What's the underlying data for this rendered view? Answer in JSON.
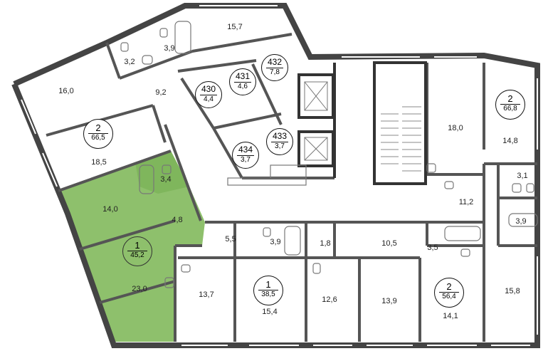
{
  "colors": {
    "wall": "#444444",
    "highlight": "#8ec06c",
    "highlight_dark": "#6aa84f",
    "fixture": "#777777"
  },
  "units": [
    {
      "id": "unit-2-left",
      "rooms": "2",
      "area": "66,5"
    },
    {
      "id": "unit-430",
      "rooms": "430",
      "area": "4,4"
    },
    {
      "id": "unit-431",
      "rooms": "431",
      "area": "4,6"
    },
    {
      "id": "unit-432",
      "rooms": "432",
      "area": "7,8"
    },
    {
      "id": "unit-433",
      "rooms": "433",
      "area": "3,7"
    },
    {
      "id": "unit-434",
      "rooms": "434",
      "area": "3,7"
    },
    {
      "id": "unit-2-right",
      "rooms": "2",
      "area": "66,8"
    },
    {
      "id": "unit-1-highlighted",
      "rooms": "1",
      "area": "45,2"
    },
    {
      "id": "unit-1-bottom",
      "rooms": "1",
      "area": "38,5"
    },
    {
      "id": "unit-2-bottom",
      "rooms": "2",
      "area": "56,4"
    }
  ],
  "rooms": [
    "15,7",
    "3,9",
    "3,2",
    "16,0",
    "9,2",
    "18,5",
    "3,4",
    "14,0",
    "4,8",
    "23,0",
    "5,5",
    "3,9",
    "1,8",
    "10,5",
    "3,5",
    "18,0",
    "14,8",
    "3,1",
    "11,2",
    "3,9",
    "13,7",
    "15,4",
    "12,6",
    "13,9",
    "14,1",
    "15,8"
  ]
}
